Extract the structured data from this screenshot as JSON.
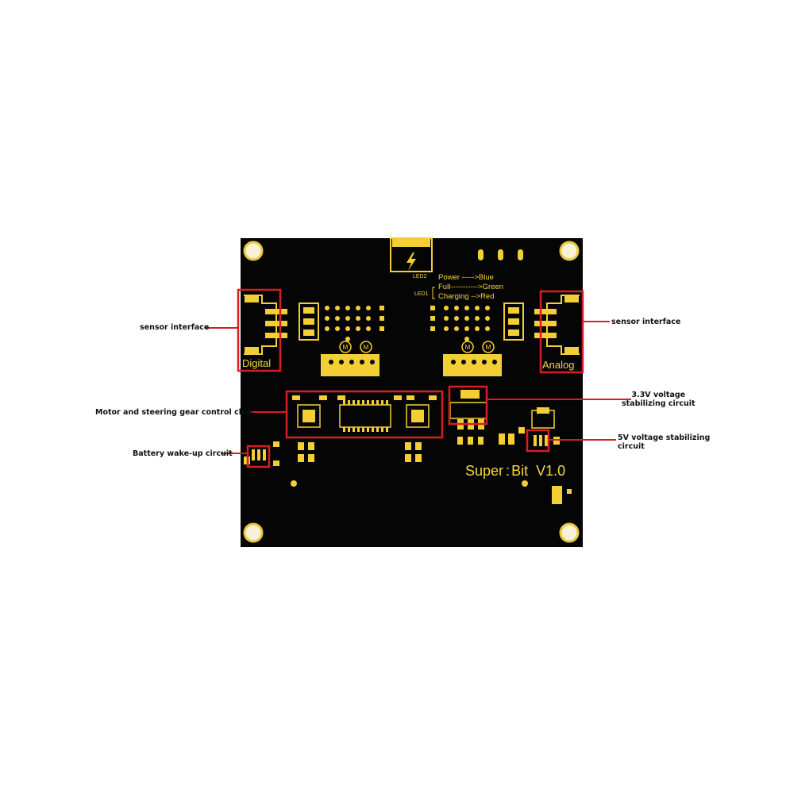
{
  "board": {
    "name": "Super:Bit V1.0",
    "silkscreen_name": "Super",
    "silkscreen_colon": ":",
    "silkscreen_bit": "Bit",
    "silkscreen_version": "V1.0",
    "led2_label": "LED2",
    "led1_label": "LED1",
    "led_power": "Power ----->Blue",
    "led_full": "Full----------->Green",
    "led_charging": "Charging -->Red",
    "port_left_label": "Digital",
    "port_right_label": "Analog",
    "motor_symbol": "M"
  },
  "callouts": {
    "sensor_left": "sensor interface",
    "sensor_right": "sensor interface",
    "motor_chip": "Motor and steering gear control chip",
    "battery": "Battery wake-up circuit",
    "v33_line1": "3.3V voltage",
    "v33_line2": "stabilizing circuit",
    "v5_line1": "5V voltage stabilizing",
    "v5_line2": "circuit"
  },
  "colors": {
    "board": "#050505",
    "gold": "#f3cf35",
    "highlight": "#d61f24"
  },
  "icons": {
    "power": "lightning-icon"
  }
}
